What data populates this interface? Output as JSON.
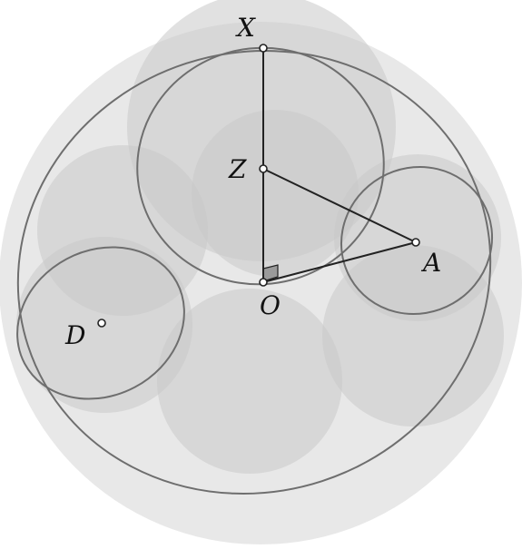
{
  "labels": {
    "x": "X",
    "z": "Z",
    "a": "A",
    "o": "O",
    "d": "D"
  },
  "colors": {
    "outer_disc": "#e8e8e8",
    "inner_disc": "#d4d4d4",
    "curve": "#6e6e6e",
    "line": "#222222",
    "right_angle_fill": "#9a9a9a",
    "point_fill": "#ffffff"
  }
}
